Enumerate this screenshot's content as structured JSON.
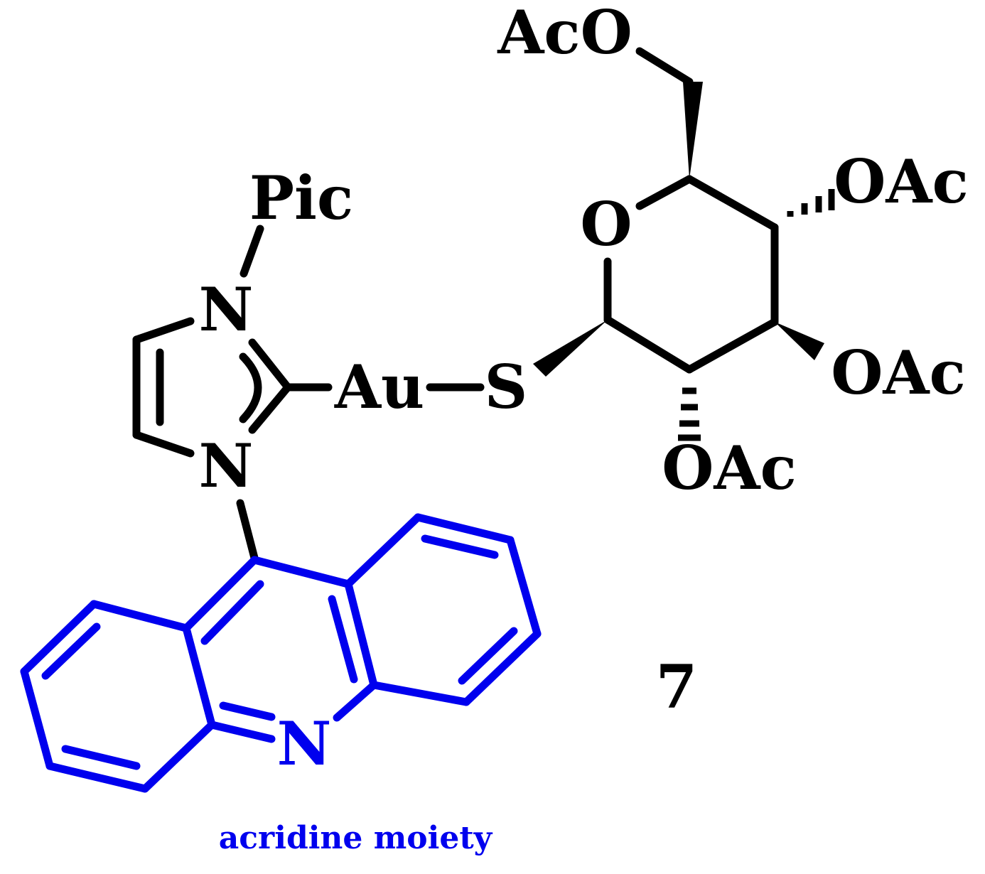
{
  "molecule": {
    "labels": {
      "pic": "Pic",
      "n_top": "N",
      "n_bottom": "N",
      "gold": "Au",
      "sulfur": "S",
      "ring_oxygen": "O",
      "acetoxy_top": "AcO",
      "acetoxy_c4": "OAc",
      "acetoxy_c3": "OAc",
      "acetoxy_c2": "OAc",
      "acridine_n": "N"
    },
    "moiety_caption": "acridine moiety",
    "compound_number": "7"
  },
  "colors": {
    "main": "#000000",
    "highlight": "#0000ee"
  }
}
